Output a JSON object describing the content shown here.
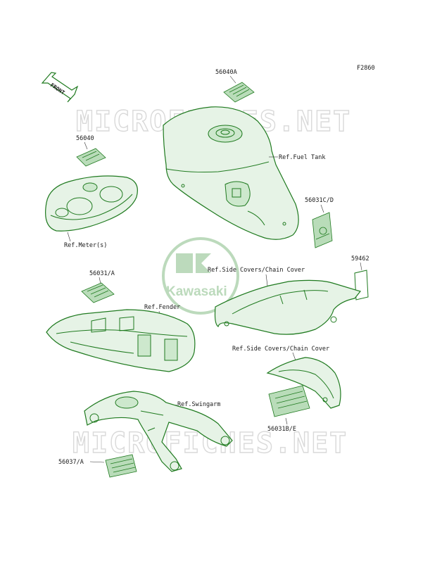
{
  "figure_id": "F2860",
  "front_arrow": "FRONT",
  "watermark": "MICROFICHES.NET",
  "logo_text": "Kawasaki",
  "labels": {
    "l_56040A": "56040A",
    "l_56040": "56040",
    "l_fuel_tank": "Ref.Fuel Tank",
    "l_56031CD": "56031C/D",
    "l_meter": "Ref.Meter(s)",
    "l_side_covers_1": "Ref.Side Covers/Chain Cover",
    "l_59462": "59462",
    "l_56031A": "56031/A",
    "l_fender": "Ref.Fender",
    "l_side_covers_2": "Ref.Side Covers/Chain Cover",
    "l_swingarm": "Ref.Swingarm",
    "l_56031BE": "56031B/E",
    "l_56037A": "56037/A"
  },
  "colors": {
    "line": "#1f7a1f",
    "fill": "#e6f3e6",
    "watermark": "#d9d9d9",
    "logo": "#b5d6b5"
  }
}
